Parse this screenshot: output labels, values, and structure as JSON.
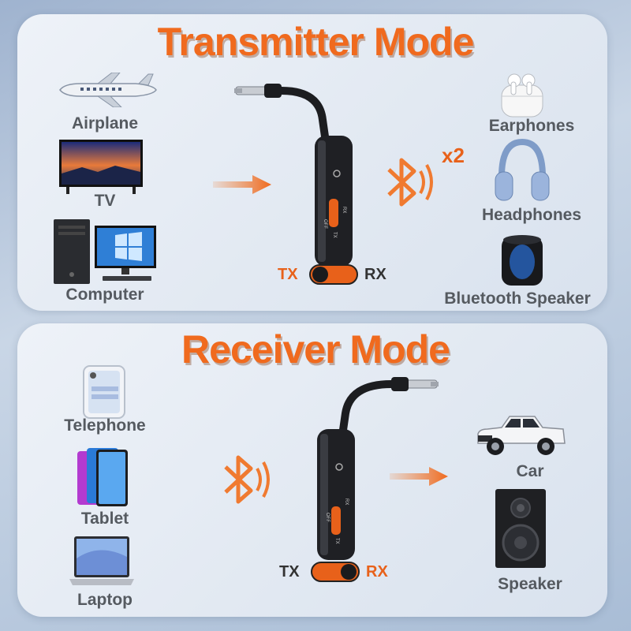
{
  "transmitter": {
    "title": "Transmitter Mode",
    "sources": [
      "Airplane",
      "TV",
      "Computer"
    ],
    "outputs": [
      "Earphones",
      "Headphones",
      "Bluetooth Speaker"
    ],
    "multiplier": "x2",
    "switch": {
      "left": "TX",
      "right": "RX",
      "device_top": "OFF",
      "device_left": "TX",
      "device_right": "RX"
    }
  },
  "receiver": {
    "title": "Receiver Mode",
    "sources": [
      "Telephone",
      "Tablet",
      "Laptop"
    ],
    "outputs": [
      "Car",
      "Speaker"
    ],
    "switch": {
      "left": "TX",
      "right": "RX",
      "device_top": "OFF",
      "device_left": "TX",
      "device_right": "RX"
    }
  },
  "colors": {
    "accent": "#f06a1e",
    "label": "#555a60",
    "bluetooth": "#f07a30"
  },
  "icons": [
    "airplane-icon",
    "tv-icon",
    "computer-icon",
    "earphones-icon",
    "headphones-icon",
    "speaker-icon",
    "bluetooth-icon",
    "arrow-right-icon",
    "device-icon",
    "phone-icon",
    "tablet-icon",
    "laptop-icon",
    "car-icon",
    "floor-speaker-icon"
  ]
}
